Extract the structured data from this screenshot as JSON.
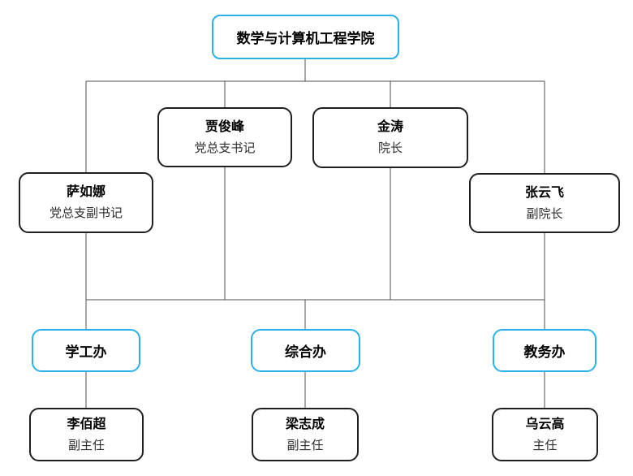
{
  "diagram": {
    "root": {
      "label": "数学与计算机工程学院"
    },
    "leaders": [
      {
        "name": "贾俊峰",
        "title": "党总支书记"
      },
      {
        "name": "金涛",
        "title": "院长"
      },
      {
        "name": "萨如娜",
        "title": "党总支副书记"
      },
      {
        "name": "张云飞",
        "title": "副院长"
      }
    ],
    "offices": [
      {
        "label": "学工办"
      },
      {
        "label": "综合办"
      },
      {
        "label": "教务办"
      }
    ],
    "staff": [
      {
        "name": "李佰超",
        "title": "副主任"
      },
      {
        "name": "梁志成",
        "title": "副主任"
      },
      {
        "name": "乌云高",
        "title": "主任"
      }
    ]
  },
  "colors": {
    "accent_border": "#29b1e8",
    "node_border": "#1f1f1f",
    "connector_line": "#4f4f4f",
    "background": "#ffffff"
  }
}
